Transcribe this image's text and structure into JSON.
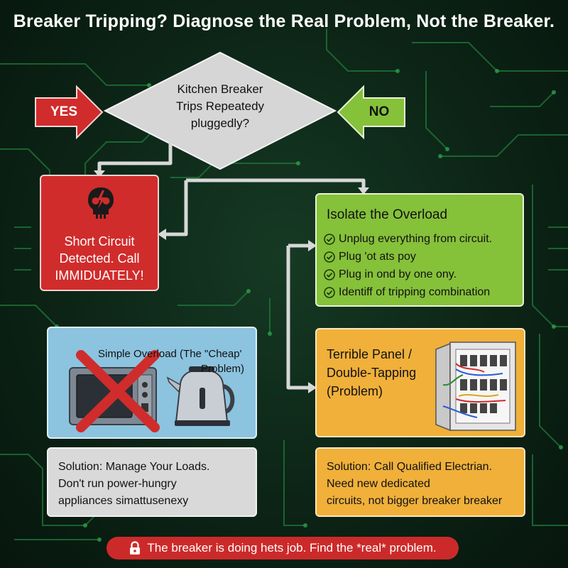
{
  "title": "Breaker Tripping? Diagnose the Real Problem, Not the Breaker.",
  "decision": {
    "lines": [
      "Kitchen Breaker",
      "Trips Repeatedy",
      "pluggedly?"
    ]
  },
  "yes_label": "YES",
  "no_label": "NO",
  "short_circuit": {
    "icon": "skull-lightning-icon",
    "lines": [
      "Short Circuit",
      "Detected. Call",
      "IMMIDUATELY!"
    ]
  },
  "isolate": {
    "title": "Isolate the Overload",
    "items": [
      "Unplug everything from circuit.",
      "Plug 'ot ats poy",
      "Plug in ond by one ony.",
      "Identiff of tripping combination"
    ]
  },
  "panel": {
    "lines": [
      "Terrible Panel /",
      "Double-Tapping",
      "(Problem)"
    ],
    "illustration": "electrical-panel-icon"
  },
  "overload": {
    "lines": [
      "Simple Overload (The \"Cheap'",
      "Problem)"
    ],
    "illustrations": [
      "microwave-icon",
      "red-x-icon",
      "kettle-icon"
    ]
  },
  "solution_left": {
    "lines": [
      "Solution: Manage Your Loads.",
      "Don't run power-hungry",
      "appliances simattusenexy"
    ]
  },
  "solution_right": {
    "lines": [
      "Solution: Call Qualified Electrian.",
      "Need new dedicated",
      "circuits, not bigger breaker breaker"
    ]
  },
  "footer": "The breaker is doing hets job. Find the *real* problem.",
  "colors": {
    "background": "#0c2416",
    "circuit_trace": "#1f7a3a",
    "red": "#d02c2c",
    "green": "#86c13a",
    "orange": "#f0b03a",
    "blue": "#8cc3df",
    "gray": "#d9d9d9"
  }
}
